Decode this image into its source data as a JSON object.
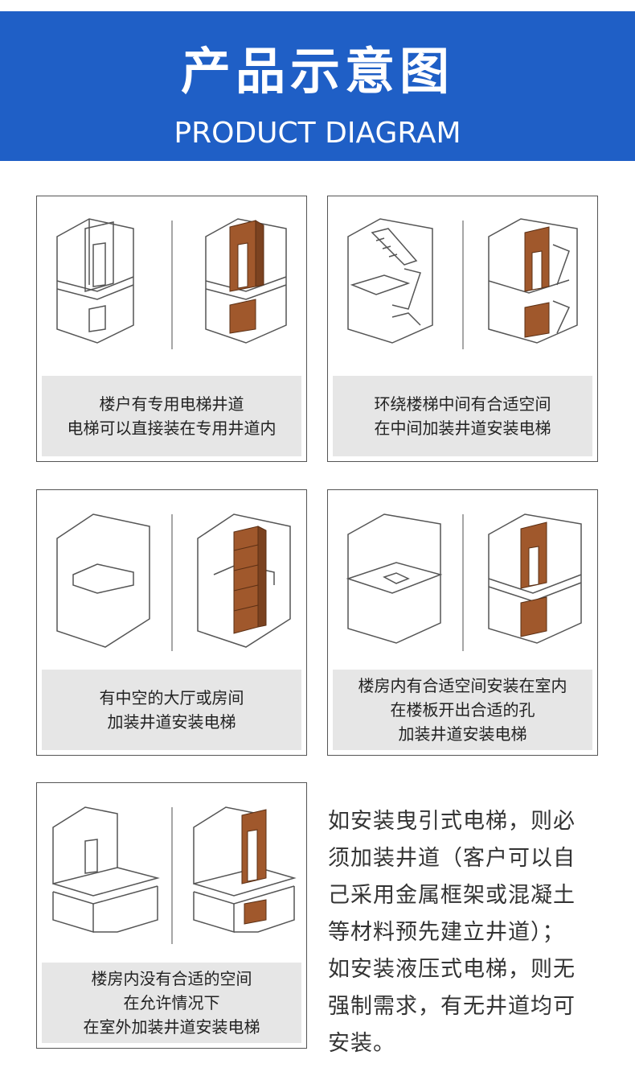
{
  "header": {
    "title": "产品示意图",
    "subtitle": "PRODUCT DIAGRAM"
  },
  "panels": [
    {
      "lines": [
        "楼户有专用电梯井道",
        "电梯可以直接装在专用井道内"
      ]
    },
    {
      "lines": [
        "环绕楼梯中间有合适空间",
        "在中间加装井道安装电梯"
      ]
    },
    {
      "lines": [
        "有中空的大厅或房间",
        "加装井道安装电梯"
      ]
    },
    {
      "lines": [
        "楼房内有合适空间安装在室内",
        "在楼板开出合适的孔",
        "加装井道安装电梯"
      ]
    },
    {
      "lines": [
        "楼房内没有合适的空间",
        "在允许情况下",
        "在室外加装井道安装电梯"
      ]
    }
  ],
  "note": {
    "lines": [
      "如安装曳引式电梯，则必",
      "须加装井道（客户可以自",
      "己采用金属框架或混凝土",
      "等材料预先建立井道）；",
      "如安装液压式电梯，则无",
      "强制需求，有无井道均可",
      "安装。"
    ]
  },
  "colors": {
    "banner": "#1f5fc6",
    "shaft": "#a0582c",
    "caption_bg": "#e6e6e6"
  }
}
